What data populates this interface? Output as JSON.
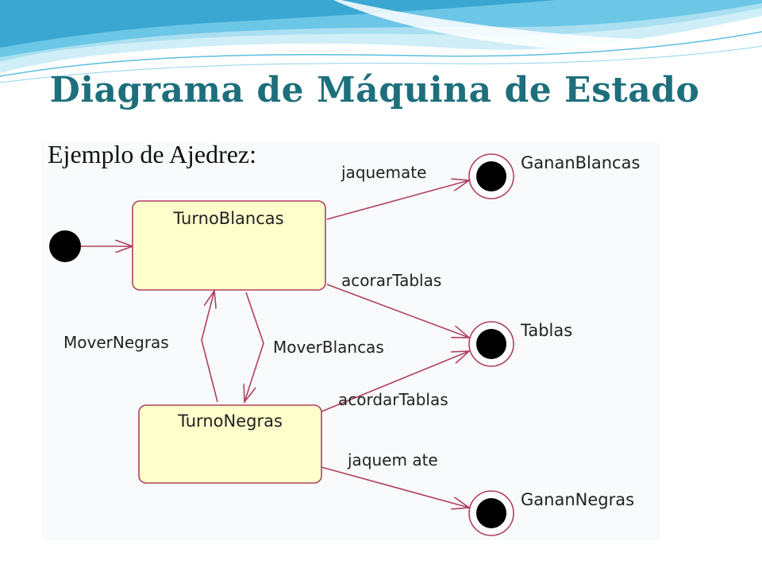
{
  "slide": {
    "title": "Diagrama de Máquina de Estado",
    "subtitle": "Ejemplo de Ajedrez:",
    "colors": {
      "title": "#1d6f7c",
      "state_fill": "#ffffcc",
      "state_border": "#b04060",
      "transition": "#b04060",
      "node": "#000000",
      "wave_light": "#a9dff0",
      "wave_dark": "#3aa7d2"
    }
  },
  "diagram": {
    "states": [
      {
        "label": "TurnoBlancas"
      },
      {
        "label": "TurnoNegras"
      }
    ],
    "final_states": [
      {
        "label": "GananBlancas"
      },
      {
        "label": "Tablas"
      },
      {
        "label": "GananNegras"
      }
    ],
    "transitions": [
      {
        "label": "jaquemate"
      },
      {
        "label": "acorarTablas"
      },
      {
        "label": "MoverNegras"
      },
      {
        "label": "MoverBlancas"
      },
      {
        "label": "acordarTablas"
      },
      {
        "label": "jaquem ate"
      }
    ]
  }
}
